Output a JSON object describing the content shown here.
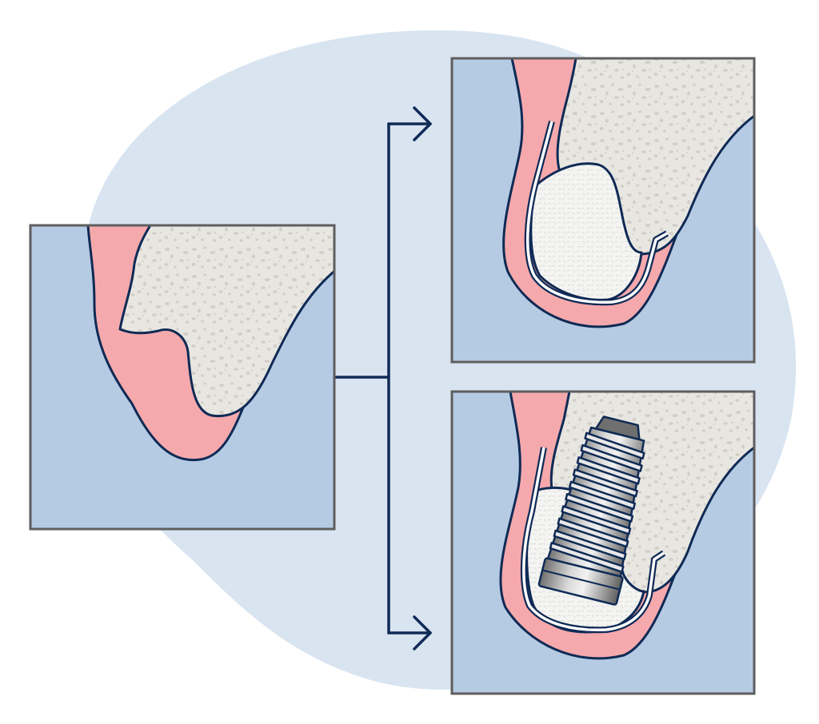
{
  "diagram": {
    "panels": [
      {
        "id": "before",
        "icon": "bone-defect-icon"
      },
      {
        "id": "graft",
        "icon": "bone-graft-membrane-icon"
      },
      {
        "id": "implant",
        "icon": "dental-implant-icon"
      }
    ],
    "connectors": [
      "branch-connector",
      "arrow-to-graft",
      "arrow-to-implant"
    ]
  },
  "colors": {
    "background_blob": "#d9e4f1",
    "soft_tissue_blue": "#b5cbe3",
    "gum_pink": "#f5a9ac",
    "bone_gray": "#e8e6e1",
    "bone_speckle": "#cfccc6",
    "graft_white": "#f4f4f2",
    "outline_navy": "#0f2a55",
    "panel_border": "#5e5e5e",
    "implant_steel": "#8c8c8c"
  }
}
